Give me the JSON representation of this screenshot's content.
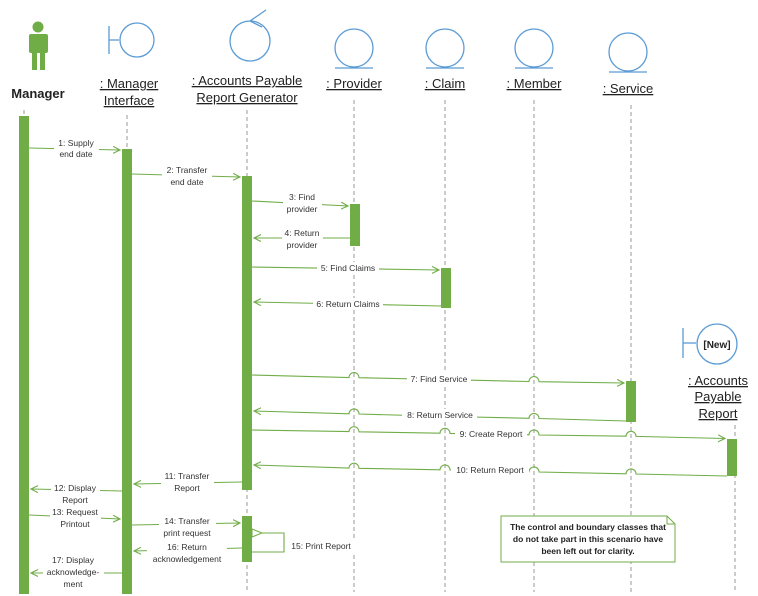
{
  "colors": {
    "green": "#70ad47",
    "lifeline": "#9a9a9a",
    "blue": "#5b9bd5",
    "text": "#222222"
  },
  "participants": {
    "manager": "Manager",
    "manager_interface": [
      ": Manager",
      "Interface"
    ],
    "ap_report_generator": [
      ": Accounts Payable",
      "Report Generator"
    ],
    "provider": ": Provider",
    "claim": ": Claim",
    "member": ": Member",
    "service": ": Service",
    "ap_report": [
      ": Accounts",
      "Payable",
      "Report"
    ],
    "new_tag": "[New]"
  },
  "messages": {
    "m1": [
      "1: Supply",
      "end date"
    ],
    "m2": [
      "2: Transfer",
      "end date"
    ],
    "m3": [
      "3: Find",
      "provider"
    ],
    "m4": [
      "4: Return",
      "provider"
    ],
    "m5": "5: Find Claims",
    "m6": "6: Return Claims",
    "m7": "7: Find Service",
    "m8": "8: Return Service",
    "m9": "9: Create Report",
    "m10": "10: Return Report",
    "m11": [
      "11: Transfer",
      "Report"
    ],
    "m12": [
      "12: Display",
      "Report"
    ],
    "m13": [
      "13: Request",
      "Printout"
    ],
    "m14": [
      "14: Transfer",
      "print request"
    ],
    "m15": "15: Print Report",
    "m16": [
      "16: Return",
      "acknowledgement"
    ],
    "m17": [
      "17: Display",
      "acknowledge-",
      "ment"
    ]
  },
  "note": [
    "The control and boundary classes that",
    "do not take part in this scenario have",
    "been left out for clarity."
  ]
}
